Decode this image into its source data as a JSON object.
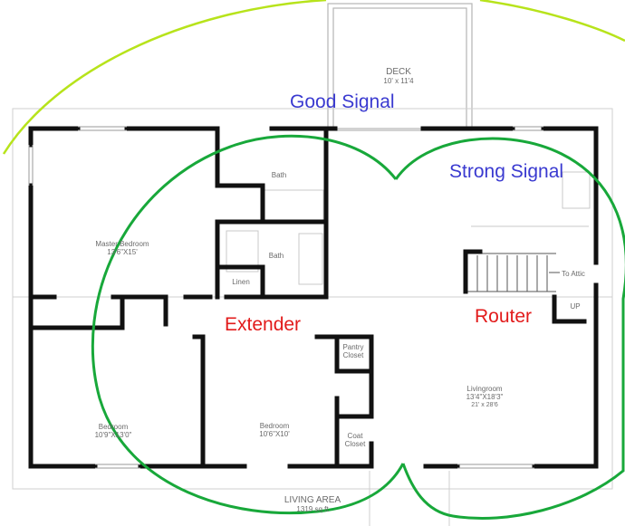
{
  "colors": {
    "wall": "#111111",
    "thin_line": "#b5b5b5",
    "good_signal_ring": "#b7e31b",
    "strong_signal_ring": "#18a83a",
    "good_signal_text": "#3a3ad0",
    "strong_signal_text": "#3a3ad0",
    "device_text": "#e21b1b"
  },
  "signal_labels": {
    "good": "Good Signal",
    "strong": "Strong Signal"
  },
  "devices": {
    "extender": "Extender",
    "router": "Router"
  },
  "rooms": {
    "deck": {
      "name": "DECK",
      "size": "10' x 11'4"
    },
    "bath_upper": {
      "name": "Bath"
    },
    "bath_lower": {
      "name": "Bath"
    },
    "linen": {
      "name": "Linen"
    },
    "master_bedroom": {
      "name": "Master Bedroom",
      "size": "13'6\"X15'"
    },
    "bedroom_left": {
      "name": "Bedroom",
      "size": "10'9\"X13'0\""
    },
    "bedroom_center": {
      "name": "Bedroom",
      "size": "10'6\"X10'"
    },
    "pantry_closet": {
      "name": "Pantry",
      "name2": "Closet"
    },
    "coat_closet": {
      "name": "Coat",
      "name2": "Closet"
    },
    "livingroom": {
      "name": "Livingroom",
      "size": "13'4\"X18'3\"",
      "size2": "21' x 28'6"
    },
    "to_attic": {
      "name": "To Attic"
    },
    "up": {
      "name": "UP"
    }
  },
  "living_area": {
    "title": "LIVING AREA",
    "sqft": "1319 sq ft"
  }
}
